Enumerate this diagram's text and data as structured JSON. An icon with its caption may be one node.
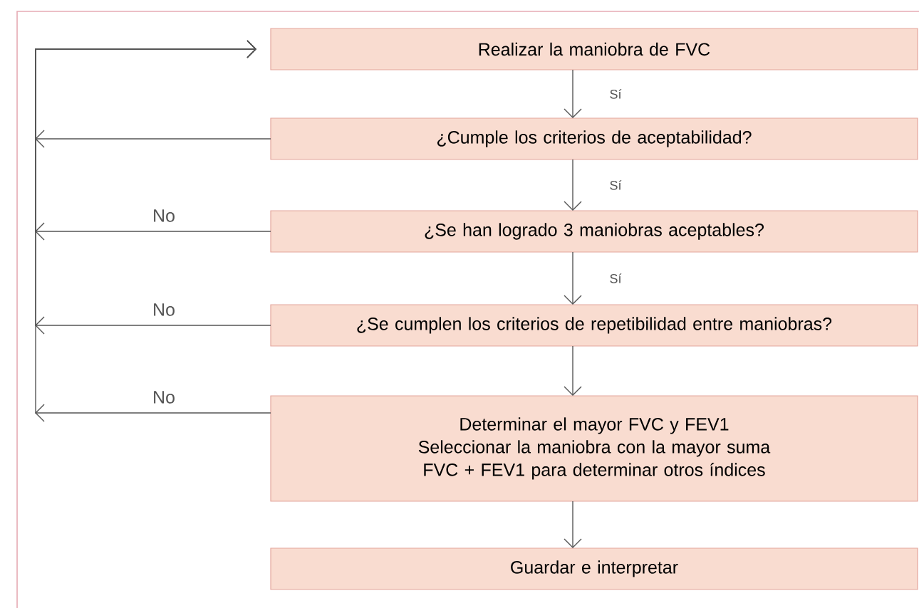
{
  "diagram": {
    "nodes": [
      {
        "text": [
          "Realizar la maniobra de FVC"
        ]
      },
      {
        "text": [
          "¿Cumple los criterios de aceptabilidad?"
        ]
      },
      {
        "text": [
          "¿Se han logrado 3 maniobras aceptables?"
        ]
      },
      {
        "text": [
          "¿Se cumplen los criterios de repetibilidad entre maniobras?"
        ]
      },
      {
        "text": [
          "Determinar el mayor FVC y FEV1",
          "Seleccionar la maniobra con la mayor suma FVC + FEV1 para determinar otros índices"
        ]
      },
      {
        "text": [
          "Guardar e interpretar"
        ]
      }
    ],
    "edges": [
      {
        "from": 0,
        "to": 1,
        "arrow": "to",
        "label": "Sí"
      },
      {
        "from": 1,
        "to": 2,
        "arrow": "to",
        "label": "Sí"
      },
      {
        "from": 2,
        "to": 3,
        "arrow": "to",
        "label": "Sí"
      },
      {
        "from": 3,
        "to": 4,
        "arrow": "to"
      },
      {
        "from": 4,
        "to": 5,
        "arrow": "to"
      },
      {
        "from": 1,
        "to": 0,
        "arrow": "to"
      },
      {
        "from": 2,
        "to": 0,
        "arrow": "to",
        "label": "No"
      },
      {
        "from": 3,
        "to": 0,
        "arrow": "to",
        "label": "No"
      },
      {
        "from": 4,
        "to": 0,
        "arrow": "to",
        "label": "No"
      }
    ]
  }
}
